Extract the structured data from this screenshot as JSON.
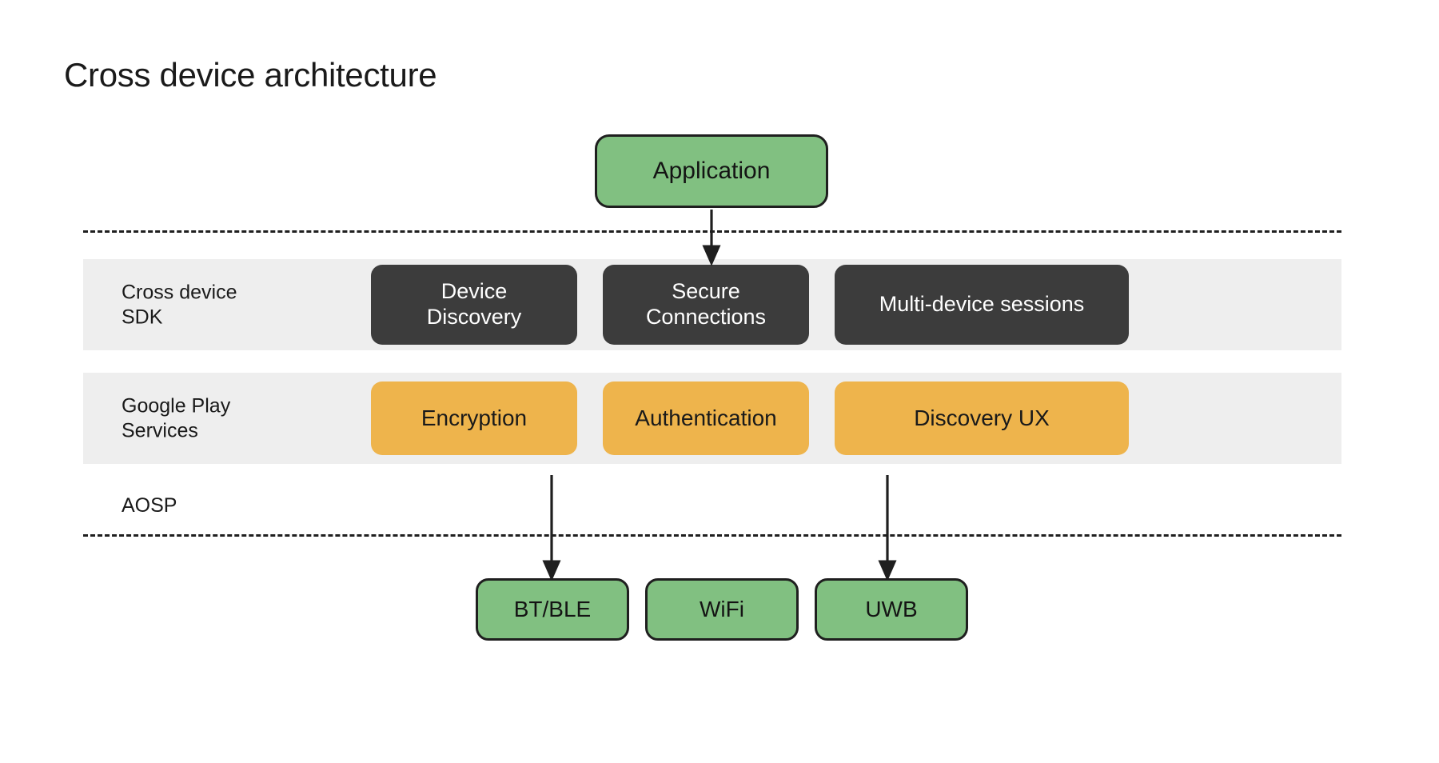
{
  "title": "Cross device architecture",
  "application": {
    "label": "Application"
  },
  "layers": [
    {
      "name": "Cross device\nSDK",
      "style": "dark",
      "items": [
        {
          "label": "Device\nDiscovery"
        },
        {
          "label": "Secure\nConnections"
        },
        {
          "label": "Multi-device sessions"
        }
      ]
    },
    {
      "name": "Google Play\nServices",
      "style": "amber",
      "items": [
        {
          "label": "Encryption"
        },
        {
          "label": "Authentication"
        },
        {
          "label": "Discovery UX"
        }
      ]
    }
  ],
  "aosp": {
    "label": "AOSP"
  },
  "transports": [
    {
      "label": "BT/BLE"
    },
    {
      "label": "WiFi"
    },
    {
      "label": "UWB"
    }
  ],
  "colors": {
    "green": "#81c081",
    "dark_chip": "#3c3c3c",
    "amber_chip": "#eeb44c",
    "band_grey": "#eeeeee",
    "stroke": "#1f1f1f",
    "background": "#ffffff"
  }
}
